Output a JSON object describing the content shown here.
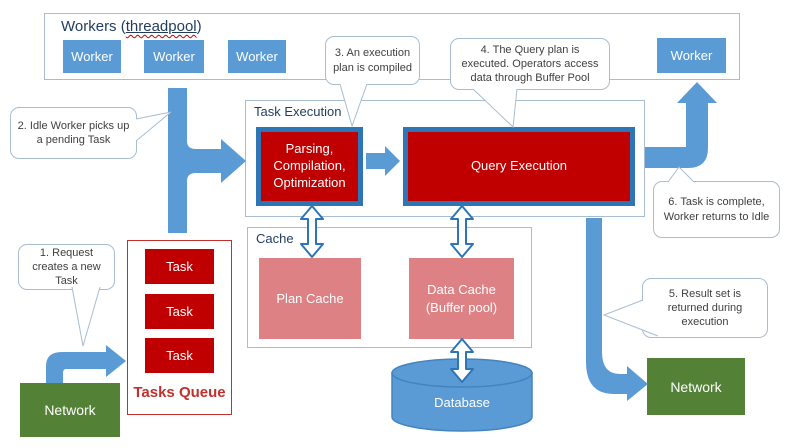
{
  "workers_pool": {
    "title_prefix": "Workers (",
    "title_word": "threadpool",
    "title_suffix": ")",
    "workers": [
      "Worker",
      "Worker",
      "Worker"
    ],
    "idle_worker": "Worker"
  },
  "task_execution": {
    "title": "Task Execution",
    "parsing_lines": [
      "Parsing,",
      "Compilation,",
      "Optimization"
    ],
    "query_label": "Query Execution"
  },
  "cache": {
    "title": "Cache",
    "plan_cache": "Plan Cache",
    "data_cache_lines": [
      "Data Cache",
      "(Buffer pool)"
    ]
  },
  "tasks_queue": {
    "title": "Tasks Queue",
    "tasks": [
      "Task",
      "Task",
      "Task"
    ]
  },
  "database": {
    "label": "Database"
  },
  "network_in": {
    "label": "Network"
  },
  "network_out": {
    "label": "Network"
  },
  "callouts": {
    "c1": "1. Request creates a new Task",
    "c2": "2. Idle Worker picks up a pending Task",
    "c3": "3. An execution plan is compiled",
    "c4": "4. The Query plan is executed. Operators access data through Buffer Pool",
    "c5": "5. Result set is returned during execution",
    "c6": "6. Task is complete, Worker returns to Idle"
  },
  "colors": {
    "accent_blue": "#5B9BD5",
    "outline_blue": "#2E75B6",
    "dark_red": "#C00000",
    "pink": "#DD8184",
    "green": "#538135",
    "queue_red": "#C0312D",
    "navy_text": "#1F3C5F",
    "frame_outline": "#A8BDD0"
  }
}
